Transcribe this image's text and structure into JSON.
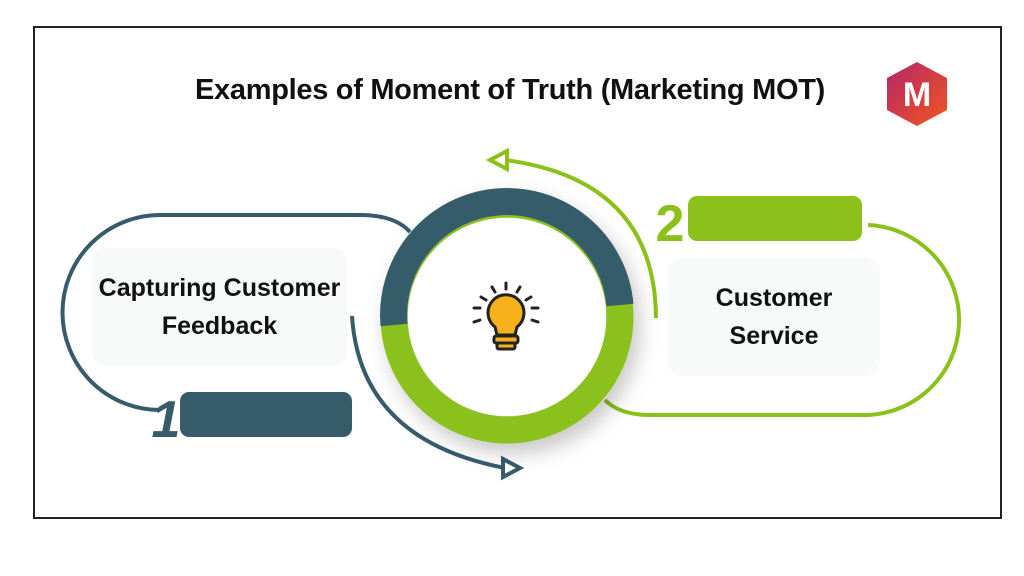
{
  "title": "Examples of Moment of Truth (Marketing MOT)",
  "logo": {
    "letter": "M"
  },
  "steps": [
    {
      "number": "1",
      "label": "Capturing Customer Feedback",
      "color": "#365c6b"
    },
    {
      "number": "2",
      "label": "Customer Service",
      "color": "#8bc11a"
    }
  ],
  "center_icon": "lightbulb-icon"
}
